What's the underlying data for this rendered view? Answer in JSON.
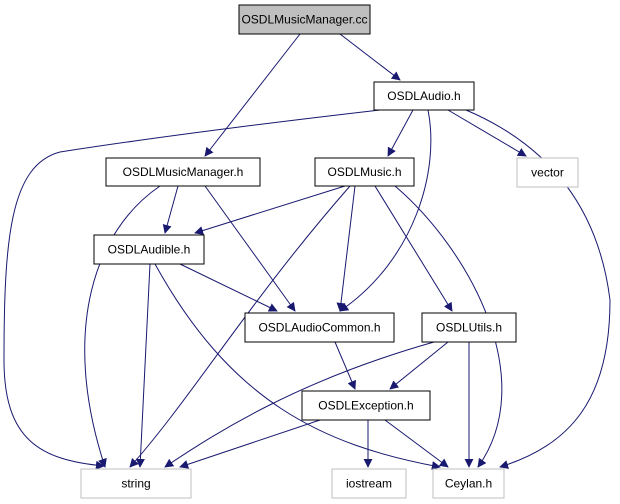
{
  "diagram": {
    "colors": {
      "edge": "#191970",
      "root_fill": "#bfbfbf",
      "node_border": "#000000",
      "external_border": "#bfbfbf",
      "background": "#ffffff"
    },
    "nodes": [
      {
        "id": "osdlmusicmanager-cc",
        "label": "OSDLMusicManager.cc",
        "kind": "root"
      },
      {
        "id": "osdlaudio-h",
        "label": "OSDLAudio.h",
        "kind": "header"
      },
      {
        "id": "osdlmusicmanager-h",
        "label": "OSDLMusicManager.h",
        "kind": "header"
      },
      {
        "id": "osdlmusic-h",
        "label": "OSDLMusic.h",
        "kind": "header"
      },
      {
        "id": "vector",
        "label": "vector",
        "kind": "external"
      },
      {
        "id": "osdlaudible-h",
        "label": "OSDLAudible.h",
        "kind": "header"
      },
      {
        "id": "osdlaudiocommon-h",
        "label": "OSDLAudioCommon.h",
        "kind": "header"
      },
      {
        "id": "osdlutils-h",
        "label": "OSDLUtils.h",
        "kind": "header"
      },
      {
        "id": "osdlexception-h",
        "label": "OSDLException.h",
        "kind": "header"
      },
      {
        "id": "string",
        "label": "string",
        "kind": "external"
      },
      {
        "id": "iostream",
        "label": "iostream",
        "kind": "external"
      },
      {
        "id": "ceylan-h",
        "label": "Ceylan.h",
        "kind": "external"
      }
    ],
    "edges": [
      {
        "from": "osdlmusicmanager-cc",
        "to": "osdlaudio-h"
      },
      {
        "from": "osdlmusicmanager-cc",
        "to": "osdlmusicmanager-h"
      },
      {
        "from": "osdlaudio-h",
        "to": "osdlmusic-h"
      },
      {
        "from": "osdlaudio-h",
        "to": "vector"
      },
      {
        "from": "osdlaudio-h",
        "to": "string"
      },
      {
        "from": "osdlaudio-h",
        "to": "osdlaudiocommon-h"
      },
      {
        "from": "osdlaudio-h",
        "to": "ceylan-h"
      },
      {
        "from": "osdlmusicmanager-h",
        "to": "osdlaudible-h"
      },
      {
        "from": "osdlmusicmanager-h",
        "to": "osdlaudiocommon-h"
      },
      {
        "from": "osdlmusicmanager-h",
        "to": "string"
      },
      {
        "from": "osdlmusic-h",
        "to": "osdlaudible-h"
      },
      {
        "from": "osdlmusic-h",
        "to": "osdlaudiocommon-h"
      },
      {
        "from": "osdlmusic-h",
        "to": "osdlutils-h"
      },
      {
        "from": "osdlmusic-h",
        "to": "string"
      },
      {
        "from": "osdlmusic-h",
        "to": "ceylan-h"
      },
      {
        "from": "osdlaudible-h",
        "to": "osdlaudiocommon-h"
      },
      {
        "from": "osdlaudible-h",
        "to": "string"
      },
      {
        "from": "osdlaudible-h",
        "to": "ceylan-h"
      },
      {
        "from": "osdlaudiocommon-h",
        "to": "osdlexception-h"
      },
      {
        "from": "osdlutils-h",
        "to": "osdlexception-h"
      },
      {
        "from": "osdlutils-h",
        "to": "string"
      },
      {
        "from": "osdlutils-h",
        "to": "ceylan-h"
      },
      {
        "from": "osdlexception-h",
        "to": "string"
      },
      {
        "from": "osdlexception-h",
        "to": "iostream"
      },
      {
        "from": "osdlexception-h",
        "to": "ceylan-h"
      }
    ]
  }
}
